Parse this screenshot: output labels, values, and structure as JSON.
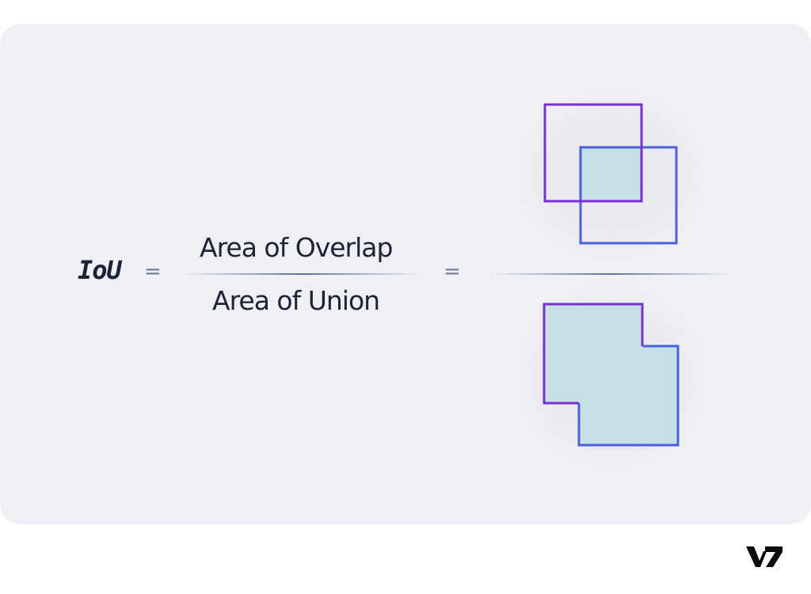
{
  "formula": {
    "lhs": "IoU",
    "equals_sign": "=",
    "numerator": "Area of Overlap",
    "denominator": "Area of Union"
  },
  "colors": {
    "card_background": "#eff0f3",
    "box_a_stroke": "#7b2fd0",
    "box_b_stroke": "#4a5fdc",
    "fill": "#c6e1e5",
    "text": "#1c2237"
  },
  "logo": {
    "text": "V7"
  }
}
